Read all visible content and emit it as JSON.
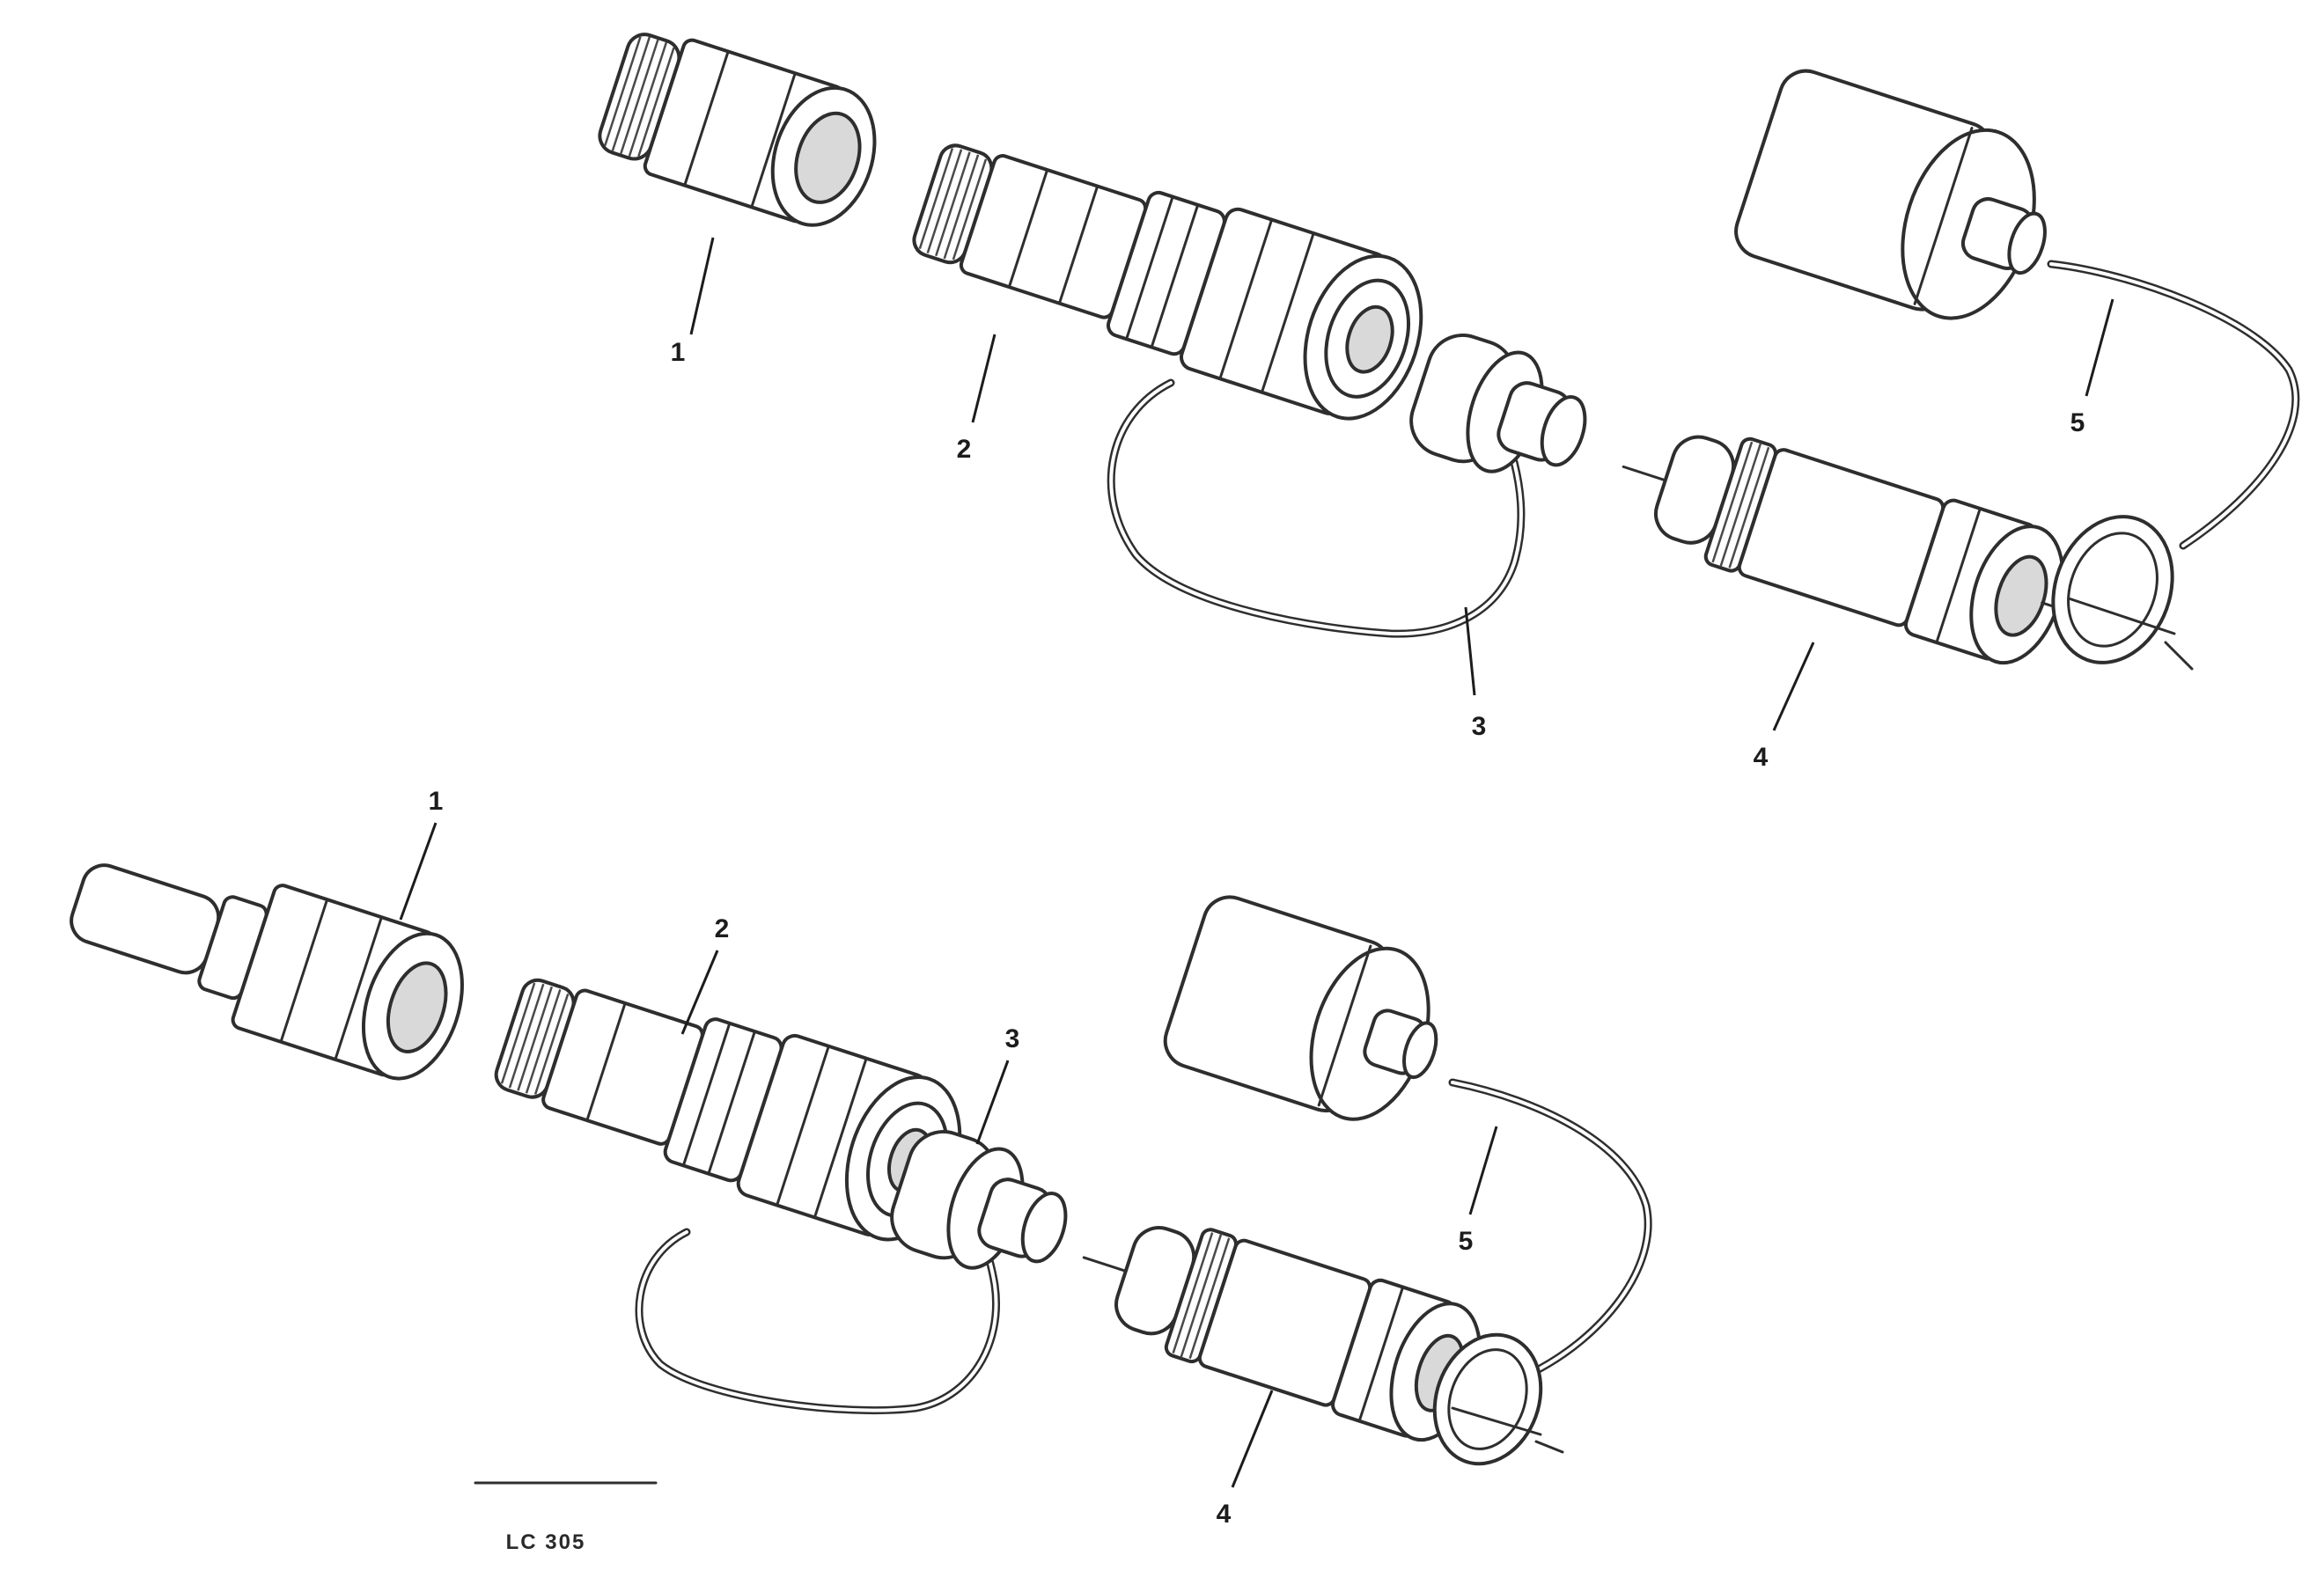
{
  "diagram": {
    "callouts": {
      "upper": [
        "1",
        "2",
        "3",
        "4",
        "5"
      ],
      "lower": [
        "1",
        "2",
        "3",
        "4",
        "5"
      ]
    },
    "reference": {
      "caption_line1": "",
      "caption_line2": "",
      "code": "LC 305"
    }
  }
}
